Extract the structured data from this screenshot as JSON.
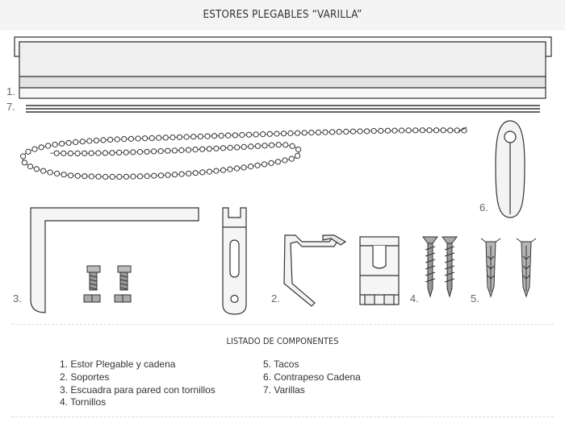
{
  "title": "ESTORES PLEGABLES “VARILLA”",
  "labels": {
    "l1": "1.",
    "l7": "7.",
    "l6": "6.",
    "l3": "3.",
    "l2": "2.",
    "l4": "4.",
    "l5": "5."
  },
  "list_title": "LISTADO DE COMPONENTES",
  "components_left": [
    "1.  Estor Plegable y cadena",
    "2.  Soportes",
    "3.  Escuadra para pared con tornillos",
    "4.  Tornillos"
  ],
  "components_right": [
    "5.  Tacos",
    "6.  Contrapeso Cadena",
    "7.  Varillas"
  ],
  "colors": {
    "line": "#333333",
    "fill_light": "#f2f2f2",
    "fill_grey": "#a8a8a8",
    "bead": "#ffffff"
  }
}
